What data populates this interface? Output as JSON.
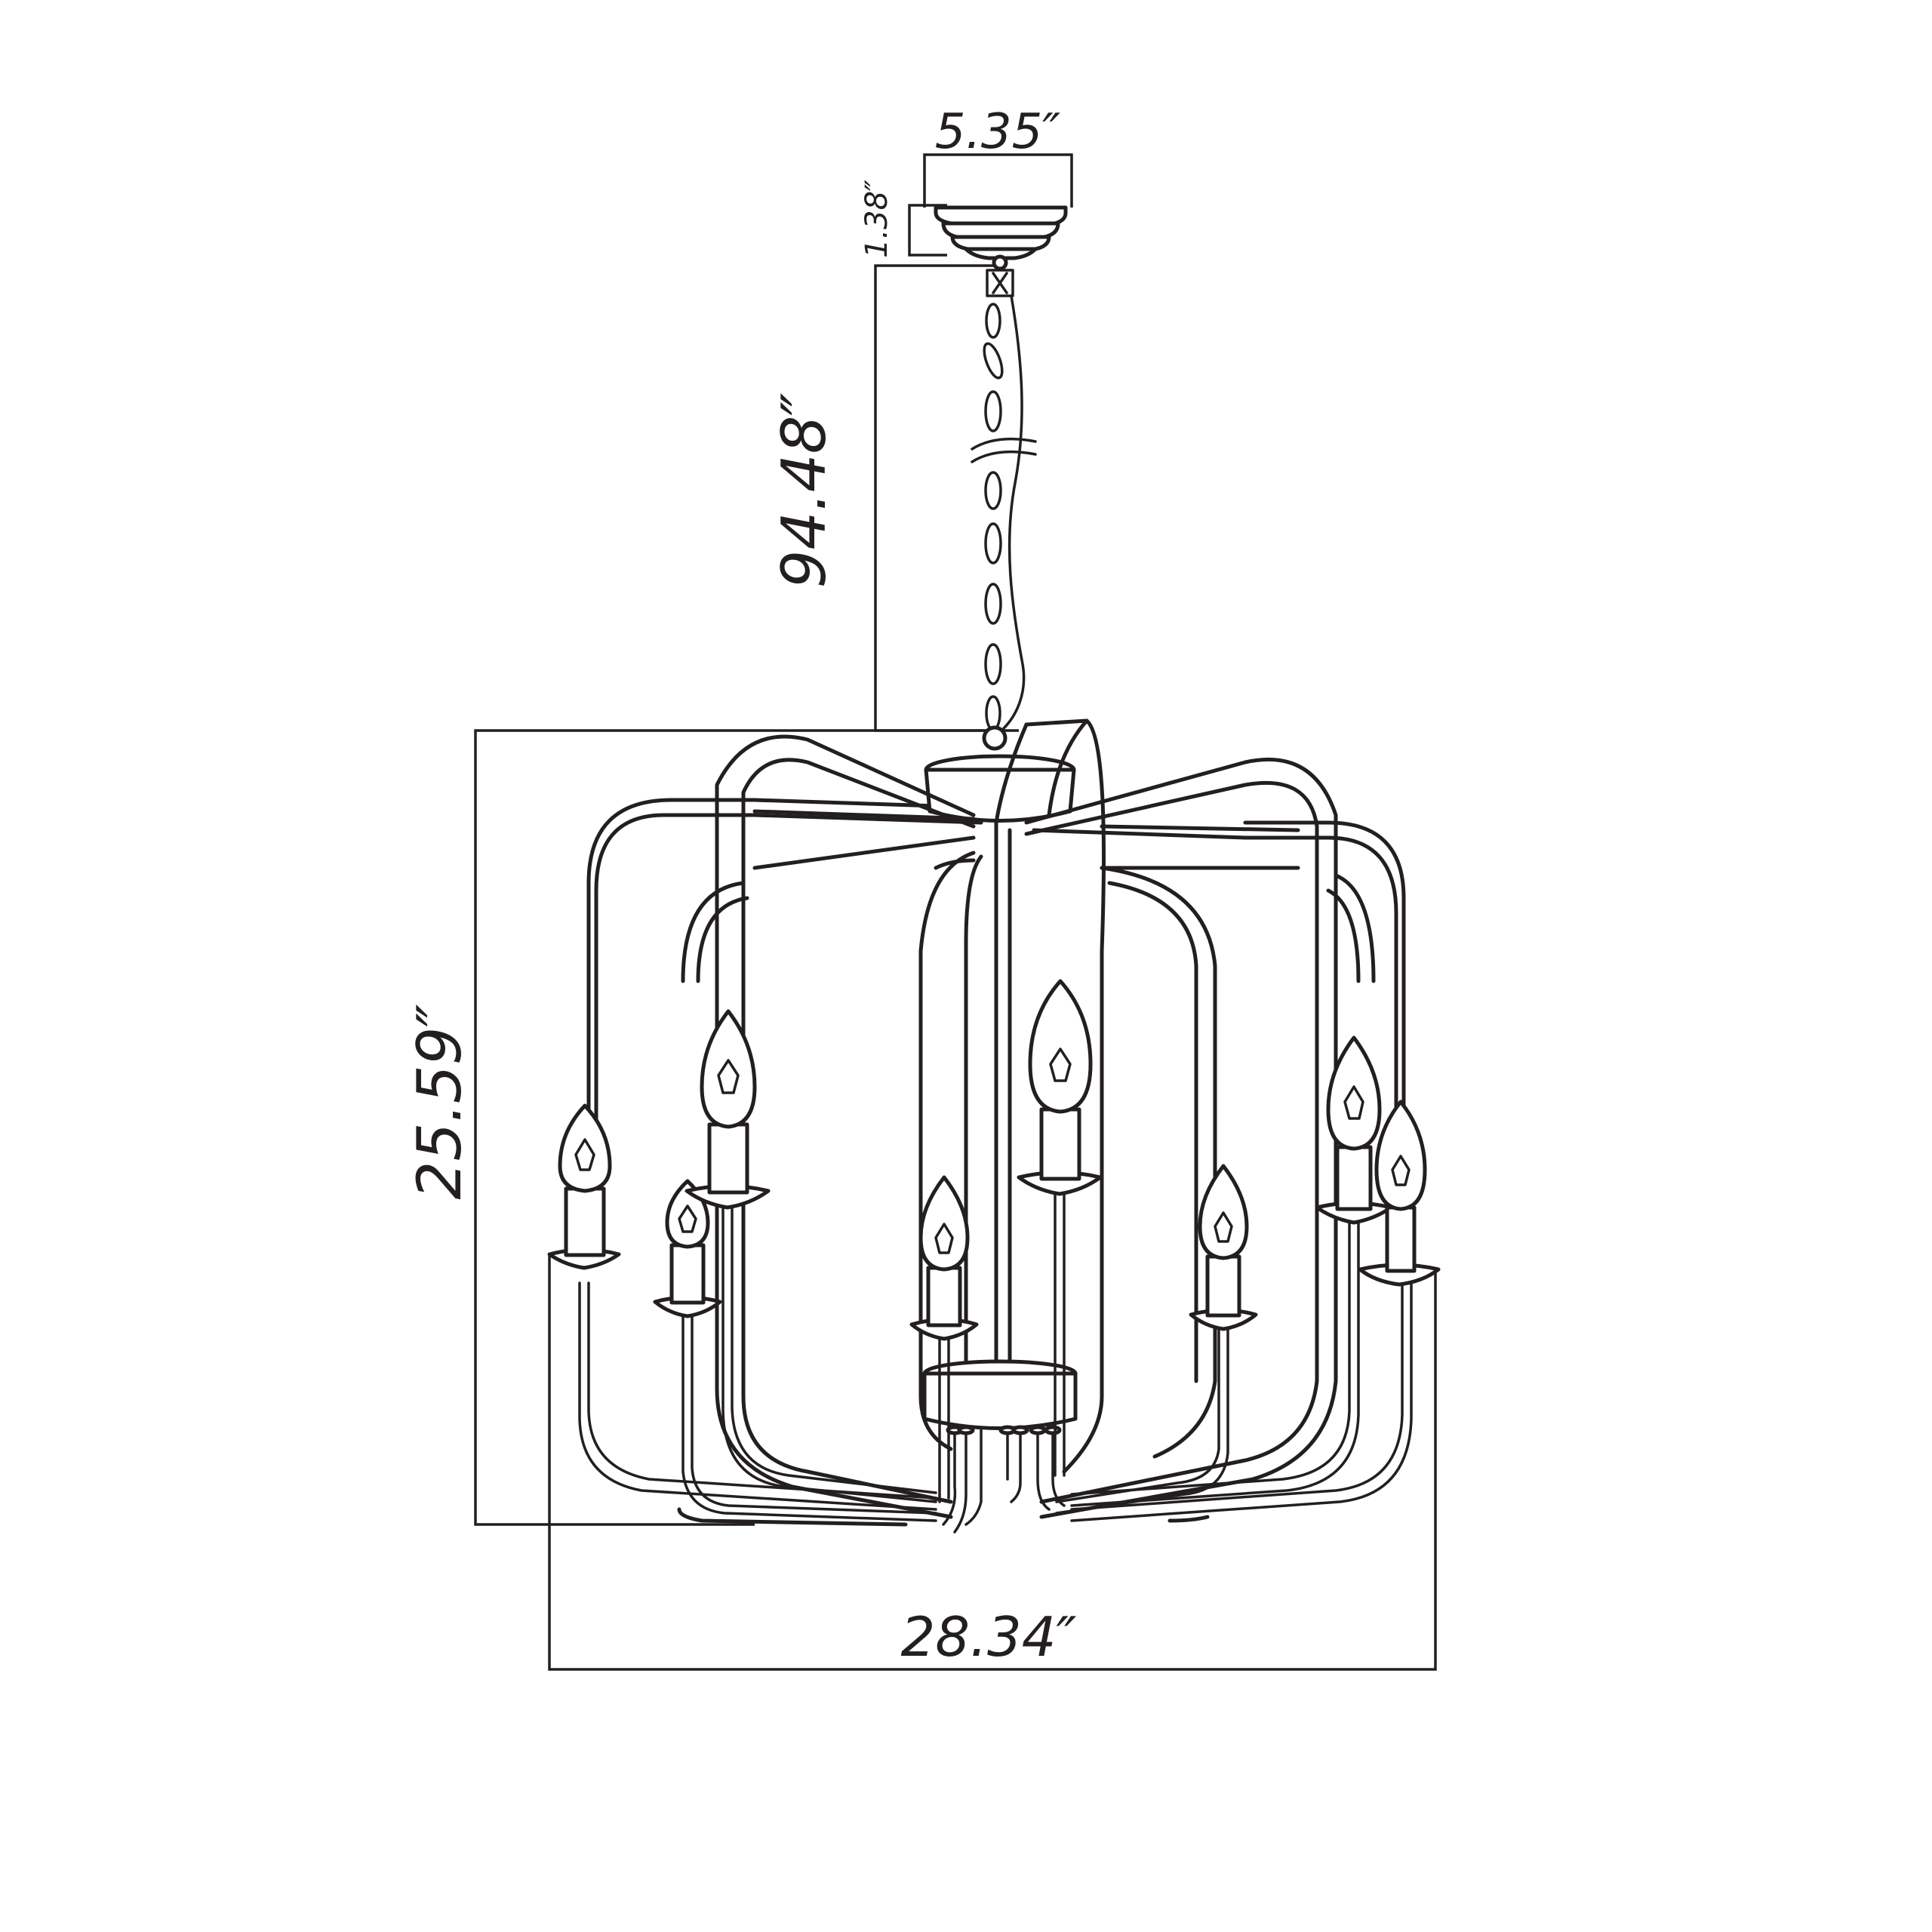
{
  "dimensions": {
    "canopy_width": "5.35″",
    "canopy_height": "1.38″",
    "chain_length": "94.48″",
    "fixture_height": "25.59″",
    "fixture_width": "28.34″"
  }
}
